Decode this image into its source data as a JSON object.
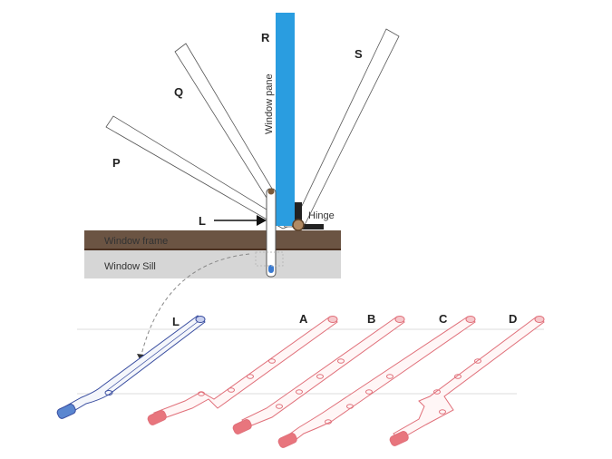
{
  "diagram": {
    "positions": {
      "P": "P",
      "Q": "Q",
      "R": "R",
      "S": "S"
    },
    "labels": {
      "window_pane": "Window pane",
      "hinge": "Hinge",
      "window_frame": "Window frame",
      "window_sill": "Window Sill",
      "lever": "L"
    },
    "lever_options": [
      "A",
      "B",
      "C",
      "D"
    ],
    "colors": {
      "pane": "#2a9de0",
      "frame": "#6b5443",
      "sill": "#d6d6d6",
      "lever_original": "#3a4ea0",
      "lever_options": "#e0707a"
    }
  }
}
